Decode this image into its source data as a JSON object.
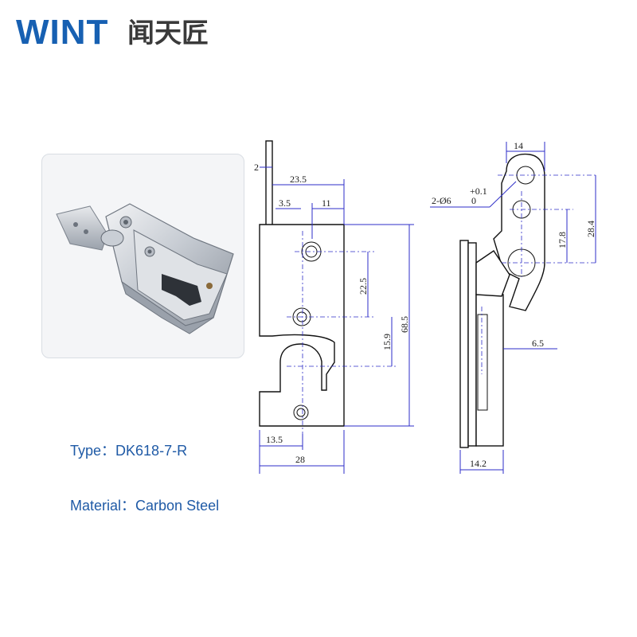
{
  "brand": {
    "name_latin": "WINT",
    "name_cn": "闻天匠",
    "latin_color": "#1760b2",
    "cn_color": "#3a3a3a"
  },
  "product": {
    "type_label": "Type：",
    "type_value": "DK618-7-R",
    "material_label": "Material：",
    "material_value": "Carbon Steel",
    "text_color": "#1f5aa6"
  },
  "drawing": {
    "front_dims": {
      "flange_thickness": "2",
      "flange_to_body": "23.5",
      "offset_small": "3.5",
      "offset_upper": "11",
      "hole_spacing_upper": "22.5",
      "hole_spacing_lower": "15.9",
      "overall_height": "68.5",
      "bottom_offset": "13.5",
      "overall_width": "28"
    },
    "side_dims": {
      "top_width": "14",
      "hole_callout": "2-Ø6",
      "hole_tol_upper": "+0.1",
      "hole_tol_lower": "0",
      "hole_spacing": "17.8",
      "tab_height": "28.4",
      "thickness_offset": "6.5",
      "base_width": "14.2"
    },
    "line_color": "#2d2dc8"
  }
}
